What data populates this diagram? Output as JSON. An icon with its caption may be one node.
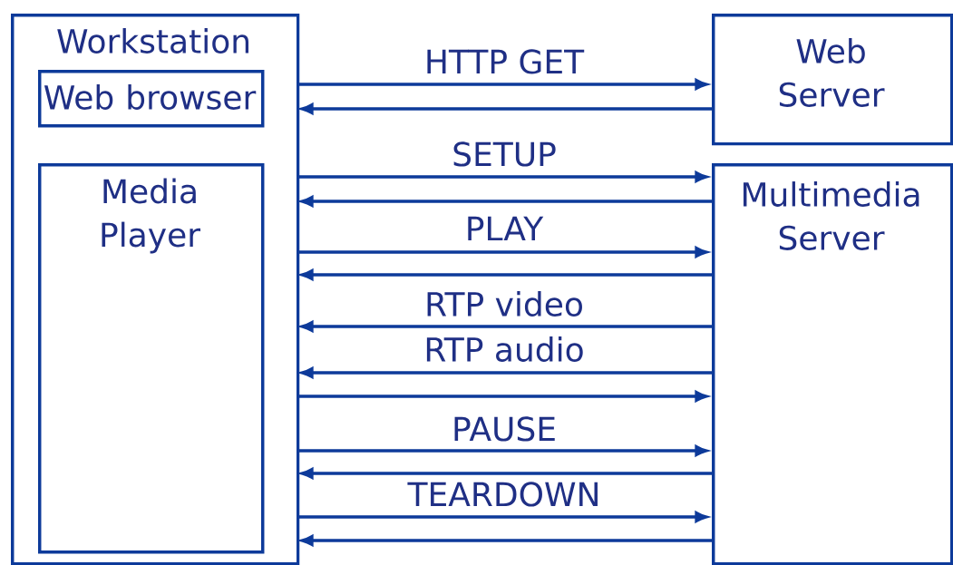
{
  "diagram": {
    "nodes": [
      {
        "text": [
          "Workstation"
        ]
      },
      {
        "text": [
          "Web browser"
        ],
        "in": 0
      },
      {
        "text": [
          "Media Player"
        ],
        "in": 0
      },
      {
        "text": [
          "Web Server"
        ]
      },
      {
        "text": [
          "Multimedia Server"
        ]
      }
    ],
    "edges": [
      {
        "from": 0,
        "to": 3,
        "arrow": "to",
        "label": "HTTP GET"
      },
      {
        "from": 3,
        "to": 0,
        "arrow": "to"
      },
      {
        "from": 0,
        "to": 4,
        "arrow": "to",
        "label": "SETUP"
      },
      {
        "from": 4,
        "to": 0,
        "arrow": "to"
      },
      {
        "from": 0,
        "to": 4,
        "arrow": "to",
        "label": "PLAY"
      },
      {
        "from": 4,
        "to": 0,
        "arrow": "to"
      },
      {
        "from": 4,
        "to": 0,
        "arrow": "to",
        "label": "RTP video"
      },
      {
        "from": 4,
        "to": 0,
        "arrow": "to",
        "label": "RTP audio"
      },
      {
        "from": 0,
        "to": 4,
        "arrow": "to"
      },
      {
        "from": 0,
        "to": 4,
        "arrow": "to",
        "label": "PAUSE"
      },
      {
        "from": 4,
        "to": 0,
        "arrow": "to"
      },
      {
        "from": 0,
        "to": 4,
        "arrow": "to",
        "label": "TEARDOWN"
      },
      {
        "from": 4,
        "to": 0,
        "arrow": "to"
      }
    ]
  }
}
